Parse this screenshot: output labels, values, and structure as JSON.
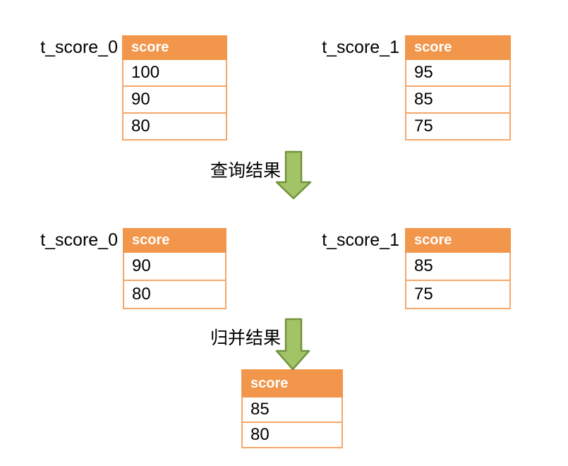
{
  "colors": {
    "header_bg": "#F2964B",
    "cell_border": "#F4A76B",
    "arrow_fill": "#A3C466",
    "arrow_stroke": "#72923E",
    "header_text": "#FFFFFF",
    "body_text": "#000000",
    "canvas_bg": "#FFFFFF"
  },
  "tables": {
    "top_left": {
      "label": "t_score_0",
      "header": "score",
      "rows": [
        "100",
        "90",
        "80"
      ]
    },
    "top_right": {
      "label": "t_score_1",
      "header": "score",
      "rows": [
        "95",
        "85",
        "75"
      ]
    },
    "mid_left": {
      "label": "t_score_0",
      "header": "score",
      "rows": [
        "90",
        "80"
      ]
    },
    "mid_right": {
      "label": "t_score_1",
      "header": "score",
      "rows": [
        "85",
        "75"
      ]
    },
    "merged": {
      "header": "score",
      "rows": [
        "85",
        "80"
      ]
    }
  },
  "arrows": {
    "query": {
      "label": "查询结果"
    },
    "merge": {
      "label": "归并结果"
    }
  }
}
